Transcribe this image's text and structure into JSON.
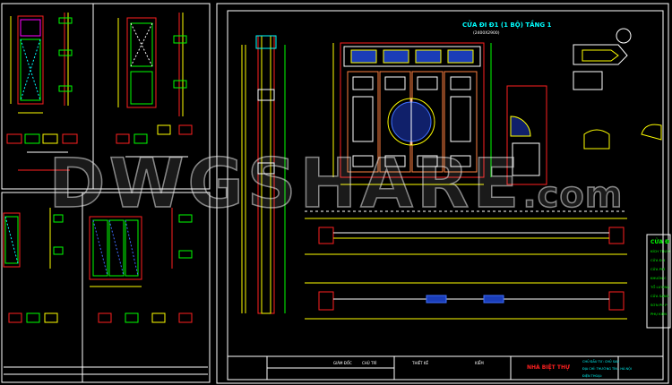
{
  "drawing": {
    "main_title": "CỬA ĐI Đ1 (1 BỘ) TẦNG 1",
    "main_subtitle": "(2400X2900)",
    "legend_title": "CỬA Đ",
    "legend_lines": [
      "KÍCH THƯỚ",
      "CỬA Đ 4",
      "CỬA PHÍ",
      "KHUÔN C",
      "TỔ LƯƠNG",
      "CỬA SÁNG",
      "SƠN PU P",
      "PHỤ KIỆN"
    ]
  },
  "title_block": {
    "labels": [
      "GIÁM ĐỐC",
      "CHỦ TRÌ",
      "THIẾT KẾ",
      "KIỂM"
    ],
    "project": "NHÀ BIỆT THỰ",
    "owner": "CHỦ ĐẦU TƯ: CHỦ SAU",
    "address": "ĐỊA CHỈ: THƯỜNG TÍN - HÀ NỘI",
    "phone": "ĐIỆN THOẠI:"
  },
  "watermark": {
    "text": "DWGSHARE",
    "suffix": ".com"
  },
  "colors": {
    "frame": "#ffffff",
    "red": "#ff2020",
    "yellow": "#ffff00",
    "green": "#00ff00",
    "cyan": "#00ffff",
    "blue": "#3f6fff"
  }
}
